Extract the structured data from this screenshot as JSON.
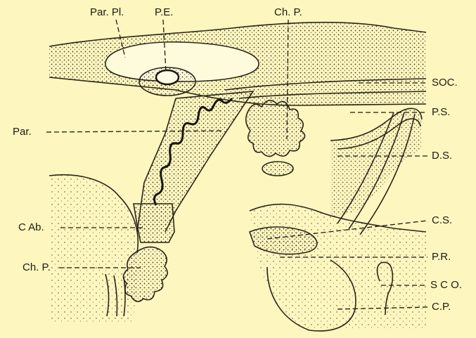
{
  "labels": {
    "par_pl": "Par. Pl.",
    "pe": "P.E.",
    "ch_p_top": "Ch. P.",
    "soc": "SOC.",
    "ps": "P.S.",
    "par": "Par.",
    "ds": "D.S.",
    "c_ab": "C Ab.",
    "cs": "C.S.",
    "ch_p_left": "Ch. P.",
    "pr": "P.R.",
    "sco": "S C O.",
    "cp": "C.P."
  },
  "colors": {
    "background": "#fdf6bf",
    "ink": "#1e1a12"
  }
}
